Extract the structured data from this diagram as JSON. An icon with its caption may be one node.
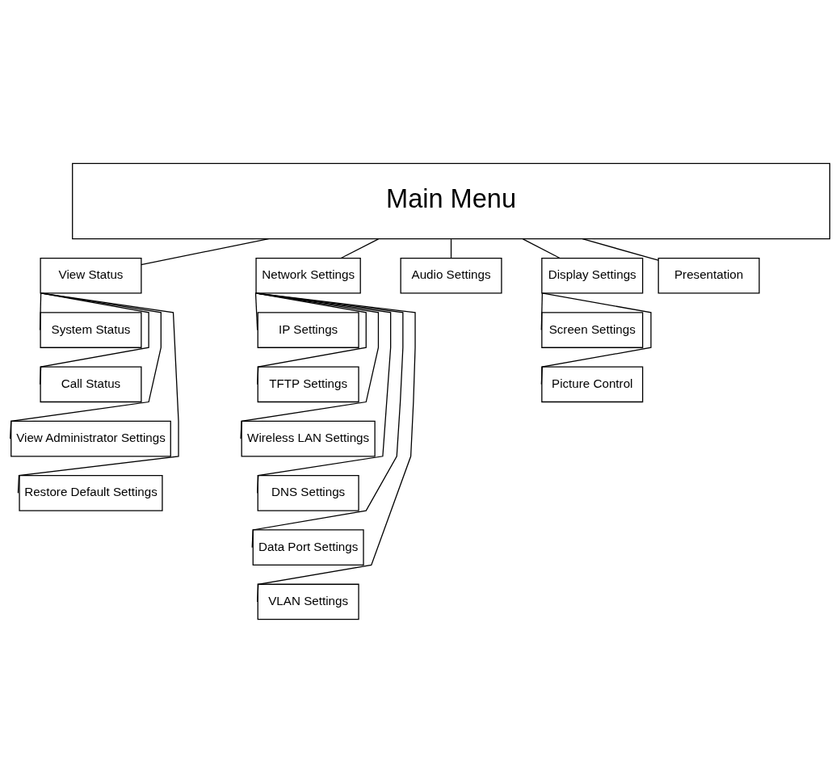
{
  "diagram": {
    "nodes": [
      {
        "text": [
          "Main Menu"
        ]
      },
      {
        "text": [
          "View Status"
        ]
      },
      {
        "text": [
          "Network Settings"
        ]
      },
      {
        "text": [
          "Audio Settings"
        ]
      },
      {
        "text": [
          "Display Settings"
        ]
      },
      {
        "text": [
          "Presentation"
        ]
      },
      {
        "text": [
          "System Status"
        ]
      },
      {
        "text": [
          "Call Status"
        ]
      },
      {
        "text": [
          "View Administrator Settings"
        ]
      },
      {
        "text": [
          "Restore Default Settings"
        ]
      },
      {
        "text": [
          "IP Settings"
        ]
      },
      {
        "text": [
          "TFTP Settings"
        ]
      },
      {
        "text": [
          "Wireless LAN Settings"
        ]
      },
      {
        "text": [
          "DNS Settings"
        ]
      },
      {
        "text": [
          "Data Port Settings"
        ]
      },
      {
        "text": [
          "VLAN Settings"
        ]
      },
      {
        "text": [
          "Screen Settings"
        ]
      },
      {
        "text": [
          "Picture Control"
        ]
      }
    ],
    "edges": [
      {
        "from": 0,
        "to": 1,
        "arrow": "none"
      },
      {
        "from": 0,
        "to": 2,
        "arrow": "none"
      },
      {
        "from": 0,
        "to": 3,
        "arrow": "none"
      },
      {
        "from": 0,
        "to": 4,
        "arrow": "none"
      },
      {
        "from": 0,
        "to": 5,
        "arrow": "none"
      },
      {
        "from": 1,
        "to": 6,
        "arrow": "none"
      },
      {
        "from": 1,
        "to": 7,
        "arrow": "none"
      },
      {
        "from": 1,
        "to": 8,
        "arrow": "none"
      },
      {
        "from": 1,
        "to": 9,
        "arrow": "none"
      },
      {
        "from": 2,
        "to": 10,
        "arrow": "none"
      },
      {
        "from": 2,
        "to": 11,
        "arrow": "none"
      },
      {
        "from": 2,
        "to": 12,
        "arrow": "none"
      },
      {
        "from": 2,
        "to": 13,
        "arrow": "none"
      },
      {
        "from": 2,
        "to": 14,
        "arrow": "none"
      },
      {
        "from": 2,
        "to": 15,
        "arrow": "none"
      },
      {
        "from": 4,
        "to": 16,
        "arrow": "none"
      },
      {
        "from": 4,
        "to": 17,
        "arrow": "none"
      }
    ]
  }
}
